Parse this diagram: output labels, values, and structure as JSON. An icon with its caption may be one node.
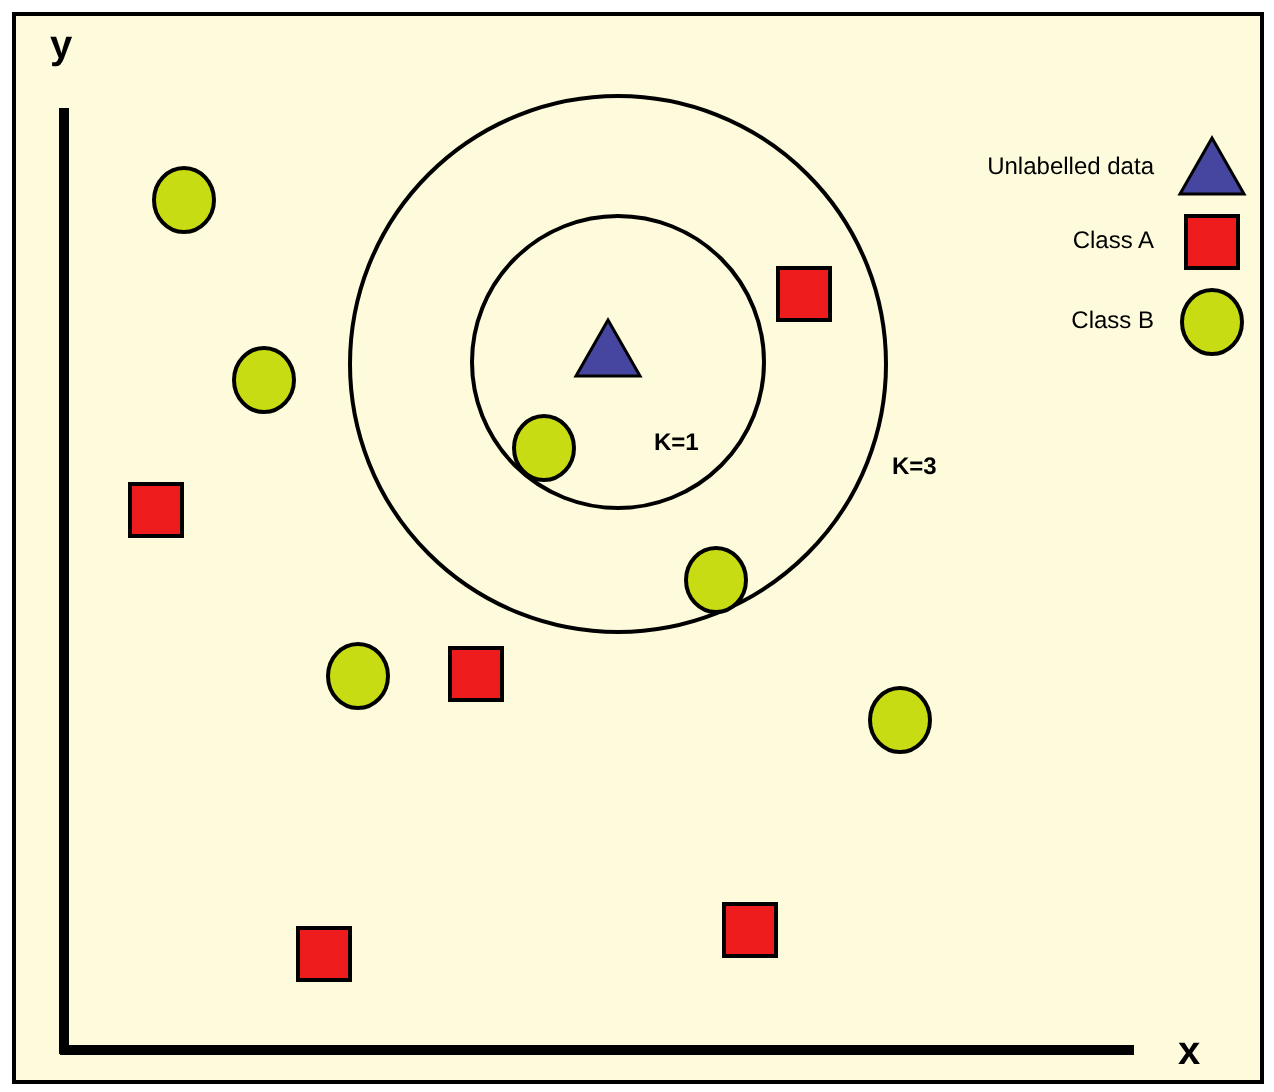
{
  "diagram": {
    "labels": [
      "y",
      "K=1",
      "K=3",
      "x"
    ],
    "legend": [
      {
        "text": "Unlabelled data"
      },
      {
        "text": "Class A"
      },
      {
        "text": "Class B"
      }
    ]
  }
}
